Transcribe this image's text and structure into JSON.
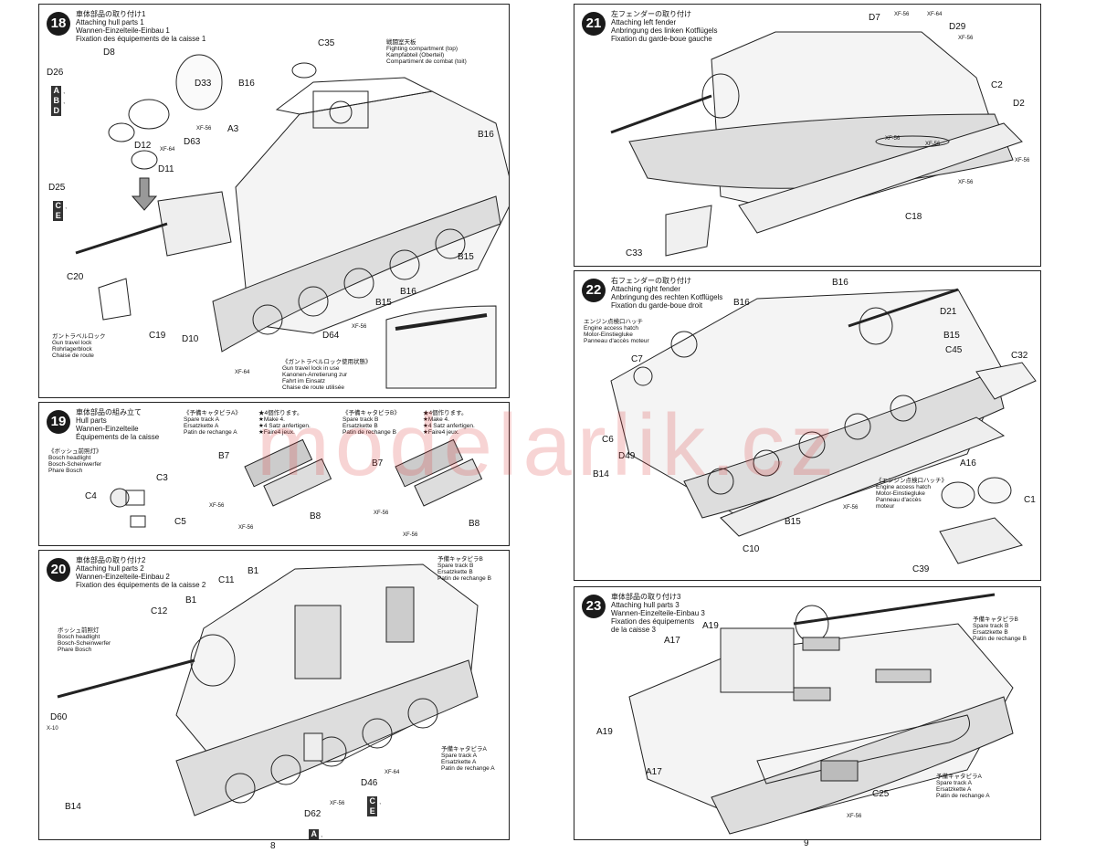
{
  "page_numbers": {
    "left": "8",
    "right": "9"
  },
  "watermark": "modelarlik.cz",
  "steps": {
    "s18": {
      "num": "18",
      "title": "車体部品の取り付け1\nAttaching hull parts 1\nWannen-Einzelteile-Einbau 1\nFixation des équipements de la caisse 1",
      "labels": {
        "c35": "C35",
        "d8": "D8",
        "d26": "D26",
        "d33": "D33",
        "b16a": "B16",
        "a3": "A3",
        "b16b": "B16",
        "d12": "D12",
        "d63": "D63",
        "d11": "D11",
        "d25": "D25",
        "c20": "C20",
        "c19": "C19",
        "d10": "D10",
        "d64": "D64",
        "b15a": "B15",
        "b15b": "B15",
        "b16c": "B16"
      },
      "boxes_d26": [
        "A",
        "B",
        "D"
      ],
      "boxes_d25": [
        "C",
        "E"
      ],
      "fighting_compartment": "戦闘室天板\nFighting compartment (top)\nKampfabteil (Oberteil)\nCompartiment de combat (toit)",
      "gun_travel_lock": "ガントラベルロック\nGun travel lock\nRohrlagerblock\nChaise de route",
      "gun_lock_in_use": "《ガントラベルロック使用状態》\nGun travel lock in use\nKanonen-Arretierung zur\nFahrt im Einsatz\nChaise de route utilisée",
      "xf": [
        "XF-56",
        "XF-64",
        "XF-56",
        "XF-64"
      ]
    },
    "s19": {
      "num": "19",
      "title": "車体部品の組み立て\nHull parts\nWannen-Einzelteile\nÉquipements de la caisse",
      "bosch": "《ボッシュ前照灯》\nBosch headlight\nBosch-Scheinwerfer\nPhare Bosch",
      "spare_a": "《予備キャタピラA》\nSpare track A\nErsatzkette A\nPatin de rechange A",
      "spare_b": "《予備キャタピラB》\nSpare track B\nErsatzkette B\nPatin de rechange B",
      "make4a": "★4個作ります。\n★Make 4.\n★4 Satz anfertigen.\n★Faire4 jeux.",
      "make4b": "★4個作ります。\n★Make 4.\n★4 Satz anfertigen.\n★Faire4 jeux.",
      "labels": {
        "c3": "C3",
        "c4": "C4",
        "c5": "C5",
        "b7a": "B7",
        "b8a": "B8",
        "b7b": "B7",
        "b8b": "B8"
      },
      "xf": [
        "XF-56",
        "XF-56",
        "XF-56",
        "XF-56"
      ]
    },
    "s20": {
      "num": "20",
      "title": "車体部品の取り付け2\nAttaching hull parts 2\nWannen-Einzelteile-Einbau 2\nFixation des équipements de la caisse 2",
      "labels": {
        "b1a": "B1",
        "c11": "C11",
        "c12": "C12",
        "b1b": "B1",
        "d60": "D60",
        "b14": "B14",
        "d46": "D46",
        "d62": "D62"
      },
      "bosch": "ボッシュ前照灯\nBosch headlight\nBosch-Scheinwerfer\nPhare Bosch",
      "spare_b": "予備キャタピラB\nSpare track B\nErsatzkette B\nPatin de rechange B",
      "spare_a": "予備キャタピラA\nSpare track A\nErsatzkette A\nPatin de rechange A",
      "boxes_d46": [
        "C",
        "E"
      ],
      "boxes_d62": [
        "A",
        "B",
        "D"
      ],
      "xf": [
        "X-10",
        "XF-64",
        "XF-56"
      ]
    },
    "s21": {
      "num": "21",
      "title": "左フェンダーの取り付け\nAttaching left fender\nAnbringung des linken Kotflügels\nFixation du garde-boue gauche",
      "labels": {
        "d7": "D7",
        "d29": "D29",
        "c2": "C2",
        "d2": "D2",
        "c18": "C18",
        "c33": "C33"
      },
      "xf": [
        "XF-56",
        "XF-64",
        "XF-56",
        "XF-56",
        "XF-56",
        "XF-56",
        "XF-56"
      ]
    },
    "s22": {
      "num": "22",
      "title": "右フェンダーの取り付け\nAttaching right fender\nAnbringung des rechten Kotflügels\nFixation du garde-boue droit",
      "labels": {
        "b16a": "B16",
        "b16b": "B16",
        "d21": "D21",
        "b15a": "B15",
        "c45": "C45",
        "c32": "C32",
        "c7": "C7",
        "c6": "C6",
        "d49": "D49",
        "b14": "B14",
        "a16": "A16",
        "c1": "C1",
        "b15b": "B15",
        "c10": "C10",
        "c39": "C39"
      },
      "engine_hatch_a": "エンジン点検口ハッチ\nEngine access hatch\nMotor-Einstiegluke\nPanneau d'accès moteur",
      "engine_hatch_b": "《エンジン点検口ハッチ》\nEngine access hatch\nMotor-Einstiegluke\nPanneau d'accès\nmoteur",
      "xf": [
        "XF-56"
      ]
    },
    "s23": {
      "num": "23",
      "title": "車体部品の取り付け3\nAttaching hull parts 3\nWannen-Einzelteile-Einbau 3\nFixation des équipements\nde la caisse 3",
      "labels": {
        "a17a": "A17",
        "a19a": "A19",
        "a19b": "A19",
        "a17b": "A17",
        "c25": "C25"
      },
      "spare_b": "予備キャタピラB\nSpare track B\nErsatzkette B\nPatin de rechange B",
      "spare_a": "予備キャタピラA\nSpare track A\nErsatzkette A\nPatin de rechange A",
      "xf": [
        "XF-56"
      ]
    }
  },
  "colors": {
    "ink": "#1a1a1a",
    "watermark": "#dc3c3c",
    "step_badge": "#1a1a1a"
  }
}
